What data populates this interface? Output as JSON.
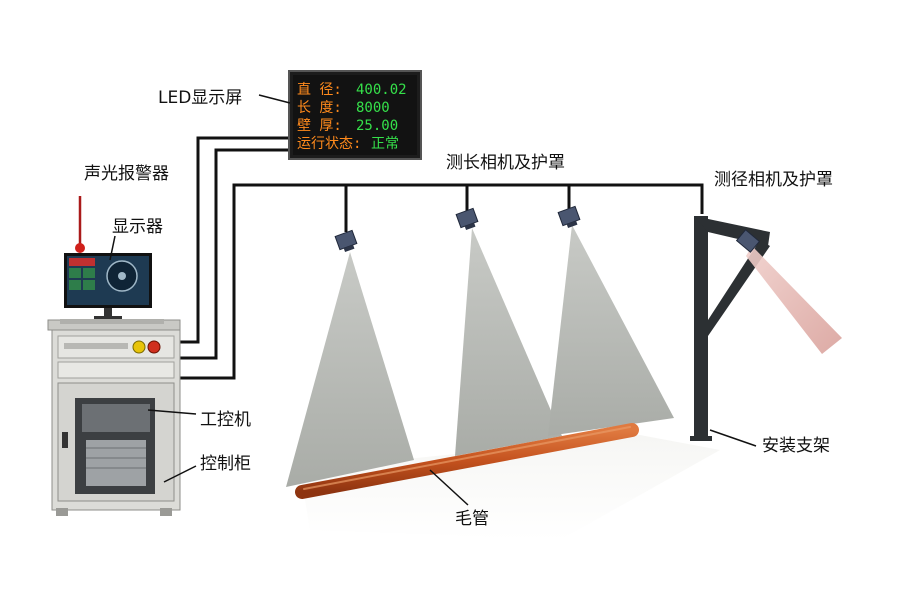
{
  "labels": {
    "led_screen": "LED显示屏",
    "alarm": "声光报警器",
    "monitor": "显示器",
    "ipc": "工控机",
    "cabinet": "控制柜",
    "length_cameras": "测长相机及护罩",
    "diameter_camera": "测径相机及护罩",
    "bracket": "安装支架",
    "tube": "毛管"
  },
  "led_display": {
    "rows": [
      {
        "label": "直  径:",
        "value": "400.02"
      },
      {
        "label": "长  度:",
        "value": "8000"
      },
      {
        "label": "壁  厚:",
        "value": "25.00"
      },
      {
        "label": "运行状态:",
        "value": "正常"
      }
    ],
    "label_color": "#ff8a1c",
    "value_color": "#35e04a"
  },
  "colors": {
    "cable": "#111111",
    "tube": "#c4521e",
    "cone": "#b8bab5",
    "laser": "#e2b4b0",
    "cabinet": "#dcdcd8",
    "bracket": "#2c3033"
  }
}
